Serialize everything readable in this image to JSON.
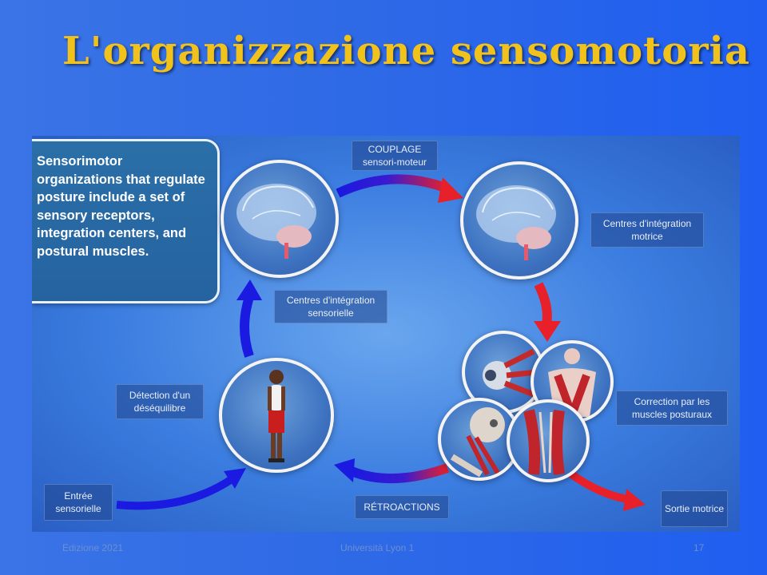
{
  "slide": {
    "title": "L'organizzazione sensomotoria",
    "footer_left": "Edizione 2021",
    "footer_center": "Università Lyon 1",
    "page_number": "17"
  },
  "figure": {
    "description_text": "Sensorimotor organizations that regulate posture include  a set of sensory receptors, integration centers, and postural muscles.",
    "labels": {
      "couplage": "COUPLAGE sensori-moteur",
      "centres_motrice": "Centres d'intégration motrice",
      "centres_sensorielle": "Centres d'intégration sensorielle",
      "detection": "Détection d'un déséquilibre",
      "correction": "Correction par les muscles posturaux",
      "entree": "Entrée sensorielle",
      "retroactions": "RÉTROACTIONS",
      "sortie": "Sortie motrice"
    }
  },
  "colors": {
    "title": "#f1c21b",
    "arrow_blue": "#1a1ae0",
    "arrow_red": "#e8202a"
  }
}
